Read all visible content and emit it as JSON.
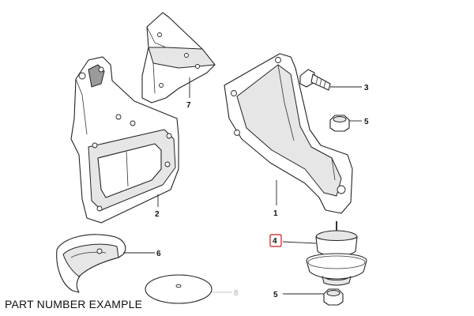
{
  "caption": "PART NUMBER EXAMPLE",
  "callouts": {
    "c1": "1",
    "c2": "2",
    "c3": "3",
    "c4": "4",
    "c5a": "5",
    "c5b": "5",
    "c6": "6",
    "c7": "7",
    "c8": "8"
  },
  "colors": {
    "line": "#222222",
    "highlight_box": "#cc1a1a",
    "muted_label": "#c4c4c4"
  }
}
